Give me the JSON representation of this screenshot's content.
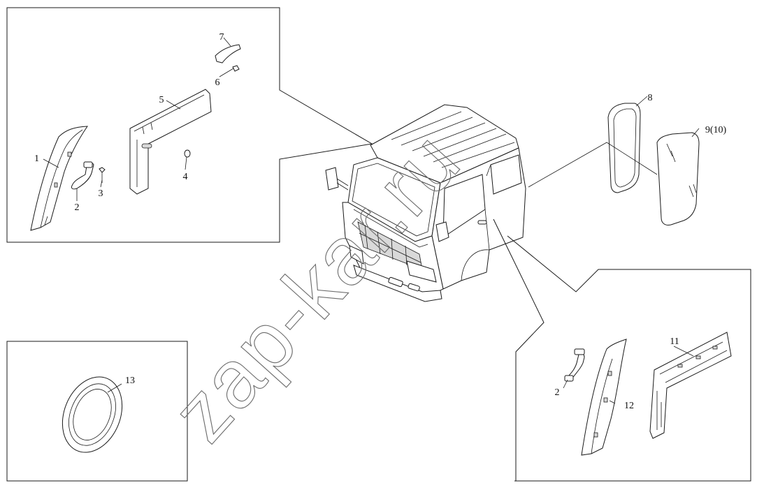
{
  "watermark": "zap-kar.ru",
  "colors": {
    "line": "#1a1a1a",
    "background": "#ffffff",
    "watermark": "#6b6b6b"
  },
  "callouts": {
    "c1": "1",
    "c2": "2",
    "c3": "3",
    "c4": "4",
    "c5": "5",
    "c6": "6",
    "c7": "7",
    "c8": "8",
    "c9": "9(10)",
    "c2b": "2",
    "c11": "11",
    "c12": "12",
    "c13": "13"
  }
}
